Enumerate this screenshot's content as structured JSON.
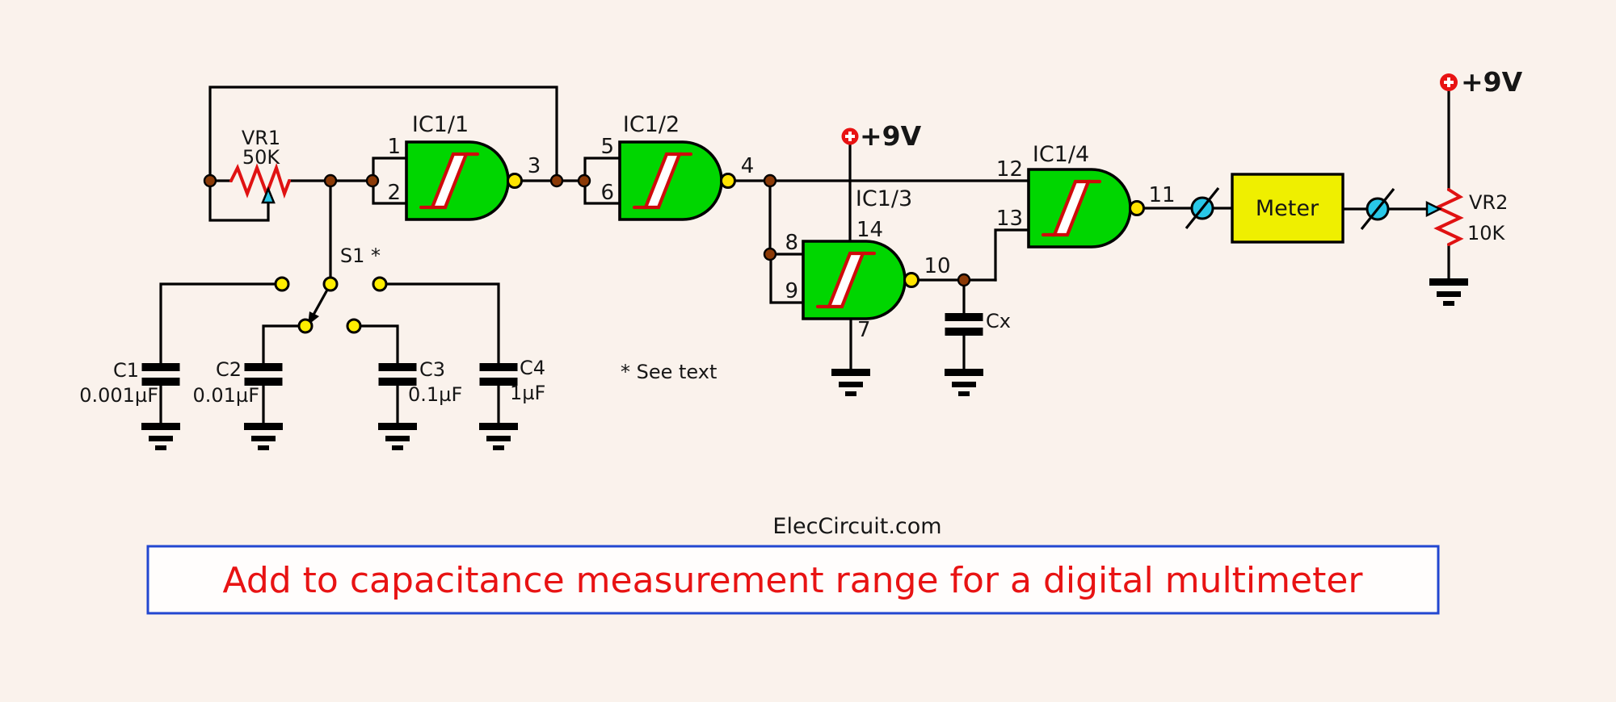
{
  "credit": "ElecCircuit.com",
  "title": {
    "text": "Add to capacitance measurement range for a digital multimeter"
  },
  "note": "* See text",
  "power": {
    "ic": "+9V",
    "vr2": "+9V"
  },
  "gates": [
    {
      "name": "IC1/1",
      "pin_in1": "1",
      "pin_in2": "2",
      "pin_out": "3"
    },
    {
      "name": "IC1/2",
      "pin_in1": "5",
      "pin_in2": "6",
      "pin_out": "4"
    },
    {
      "name": "IC1/3",
      "pin_in1": "8",
      "pin_in2": "9",
      "pin_out": "10",
      "pin_vdd": "14",
      "pin_gnd": "7"
    },
    {
      "name": "IC1/4",
      "pin_in1": "12",
      "pin_in2": "13",
      "pin_out": "11"
    }
  ],
  "components": {
    "vr1": {
      "ref": "VR1",
      "value": "50K"
    },
    "vr2": {
      "ref": "VR2",
      "value": "10K"
    },
    "s1": {
      "label": "S1 *"
    },
    "meter": {
      "label": "Meter"
    },
    "cx": {
      "ref": "Cx"
    },
    "caps": [
      {
        "ref": "C1",
        "value": "0.001µF"
      },
      {
        "ref": "C2",
        "value": "0.01µF"
      },
      {
        "ref": "C3",
        "value": "0.1µF"
      },
      {
        "ref": "C4",
        "value": "1µF"
      }
    ]
  },
  "colors": {
    "background": "#faf2ec",
    "gate_green": "#00d600",
    "meter_yellow": "#efef00",
    "node_yellow": "#ffe400",
    "junction_brown": "#8b3a07",
    "probe_cyan": "#29c8e8",
    "schematic_red": "#e01212",
    "title_red": "#e81313",
    "title_border_blue": "#2247d0"
  }
}
